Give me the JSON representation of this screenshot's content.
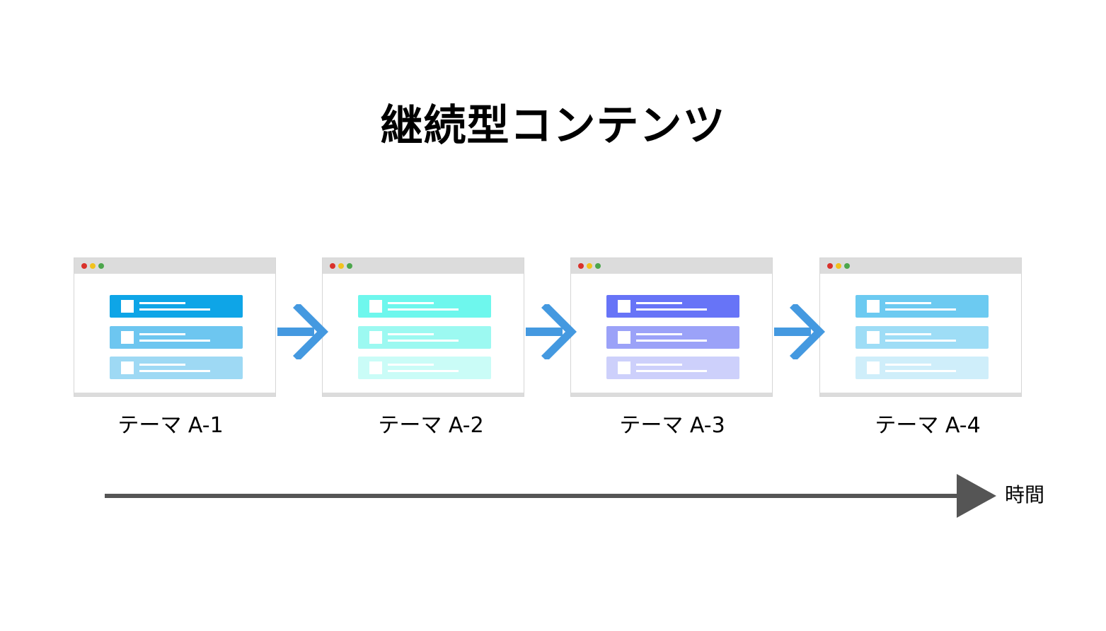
{
  "title": "継続型コンテンツ",
  "windows": [
    {
      "caption": "テーマ A-1",
      "row_colors": [
        "#0ea5e7",
        "#6dc6f0",
        "#9ed9f4"
      ]
    },
    {
      "caption": "テーマ A-2",
      "row_colors": [
        "#6ef7ed",
        "#9cf9f1",
        "#cafcf7"
      ]
    },
    {
      "caption": "テーマ A-3",
      "row_colors": [
        "#6774f7",
        "#9ba2f8",
        "#cdd0fb"
      ]
    },
    {
      "caption": "テーマ A-4",
      "row_colors": [
        "#6ccaf1",
        "#9eddf6",
        "#cfeefa"
      ]
    }
  ],
  "colors": {
    "flow_arrow": "#4499e0",
    "time_axis": "#555555"
  },
  "axis": {
    "label": "時間"
  }
}
